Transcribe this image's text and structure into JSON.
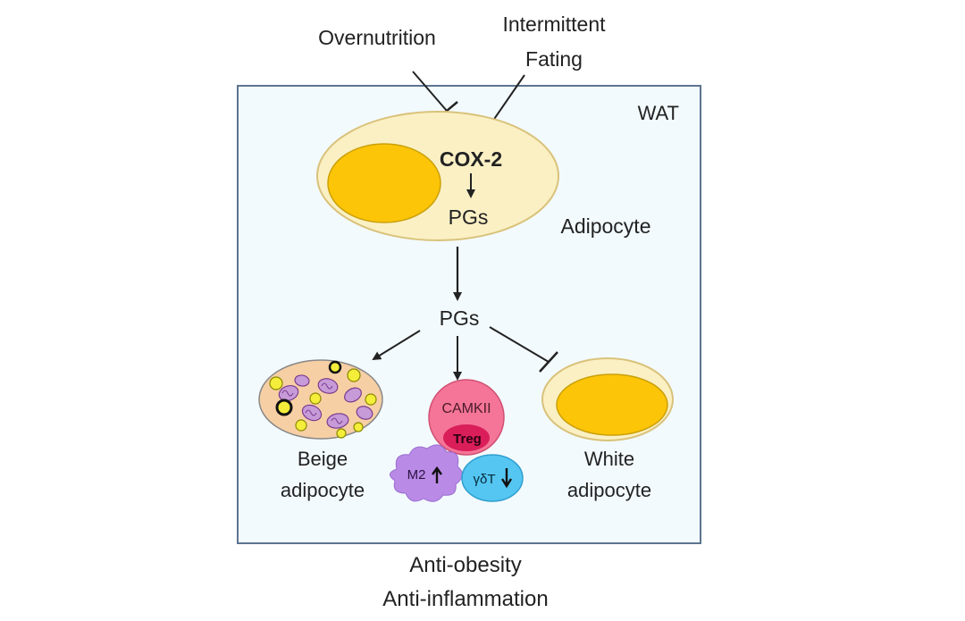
{
  "inputs": {
    "overnutrition": "Overnutrition",
    "fasting_line1": "Intermittent",
    "fasting_line2": "Fating"
  },
  "box": {
    "label": "WAT"
  },
  "adipocyte": {
    "cox2": "COX-2",
    "pgs": "PGs",
    "label": "Adipocyte"
  },
  "pgs_released": "PGs",
  "beige": {
    "line1": "Beige",
    "line2": "adipocyte"
  },
  "immune": {
    "camkii": "CAMKII",
    "treg": "Treg",
    "m2": "M2",
    "gdt": "γδT"
  },
  "white": {
    "line1": "White",
    "line2": "adipocyte"
  },
  "outcome": {
    "line1": "Anti-obesity",
    "line2": "Anti-inflammation"
  },
  "colors": {
    "box_fill": "#f3fafd",
    "box_stroke": "#5c7590",
    "cell_fill": "#faf0c4",
    "cell_stroke": "#d9c27a",
    "lipid": "#fdc508",
    "lipid_stroke": "#caa008",
    "beige_fill": "#f7cfa4",
    "mito": "#c79ad8",
    "camkii": "#f47597",
    "treg": "#d91e5a",
    "m2": "#b98ae6",
    "gdt": "#55c6f2"
  }
}
